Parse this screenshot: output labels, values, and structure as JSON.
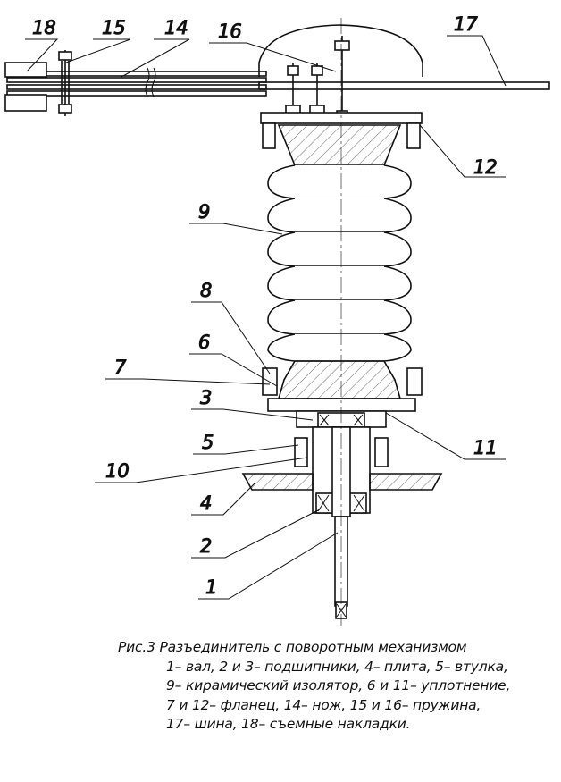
{
  "figure": {
    "labels": [
      "18",
      "15",
      "14",
      "16",
      "17",
      "12",
      "9",
      "8",
      "6",
      "7",
      "3",
      "11",
      "5",
      "10",
      "4",
      "2",
      "1"
    ],
    "caption": {
      "title": "Рис.3 Разъединитель с поворотным механизмом",
      "lines": [
        "1– вал, 2 и 3– подшипники, 4– плита, 5– втулка,",
        "9– кирамический изолятор, 6 и 11– уплотнение,",
        "7 и 12– фланец, 14– нож, 15 и 16– пружина,",
        "17– шина, 18– съемные накладки."
      ]
    }
  }
}
